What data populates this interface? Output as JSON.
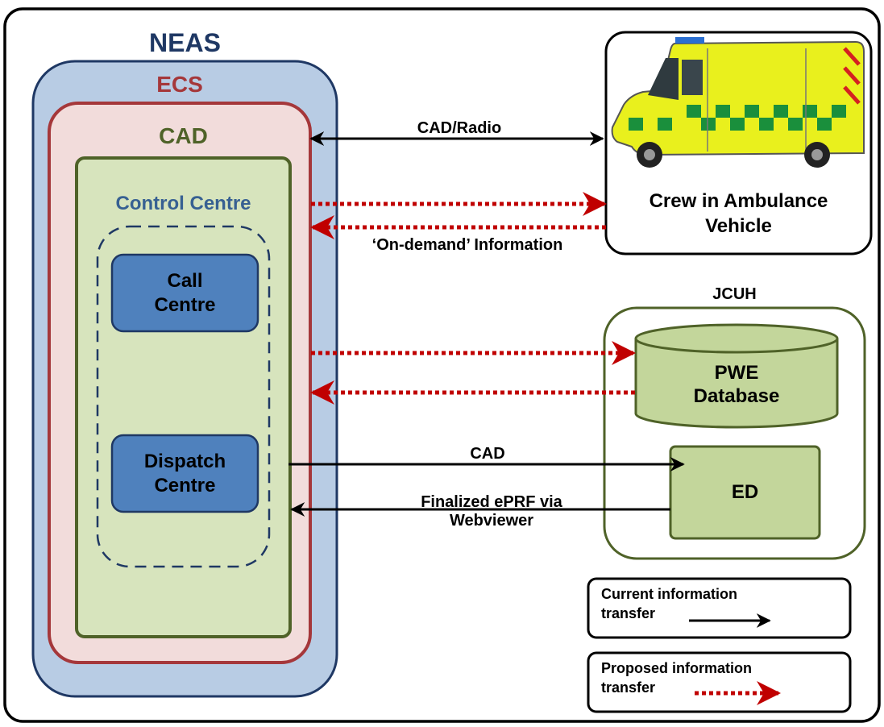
{
  "nodes": {
    "neas": "NEAS",
    "ecs": "ECS",
    "cad": "CAD",
    "control_centre": "Control Centre",
    "call_centre": [
      "Call",
      "Centre"
    ],
    "dispatch_centre": [
      "Dispatch",
      "Centre"
    ],
    "crew": [
      "Crew in Ambulance",
      "Vehicle"
    ],
    "jcuh": "JCUH",
    "pwe_database": [
      "PWE",
      "Database"
    ],
    "ed": "ED"
  },
  "edges": {
    "cad_radio": "CAD/Radio",
    "on_demand": "‘On-demand’ Information",
    "cad": "CAD",
    "finalized": [
      "Finalized ePRF via",
      "Webviewer"
    ]
  },
  "legend": {
    "current": [
      "Current information",
      "transfer"
    ],
    "proposed": [
      "Proposed information",
      "transfer"
    ]
  },
  "colors": {
    "neas_fill": "#b8cce4",
    "neas_stroke": "#1f3864",
    "ecs_fill": "#f2dcdb",
    "ecs_stroke": "#a5373a",
    "cad_fill": "#d7e4bd",
    "cad_stroke": "#4f6228",
    "control_centre_text": "#376092",
    "block_fill": "#4f81bd",
    "block_stroke": "#1f3864",
    "jcuh_stroke": "#4f6228",
    "db_fill": "#c3d69b",
    "current_arrow": "#000000",
    "proposed_arrow": "#c00000"
  }
}
